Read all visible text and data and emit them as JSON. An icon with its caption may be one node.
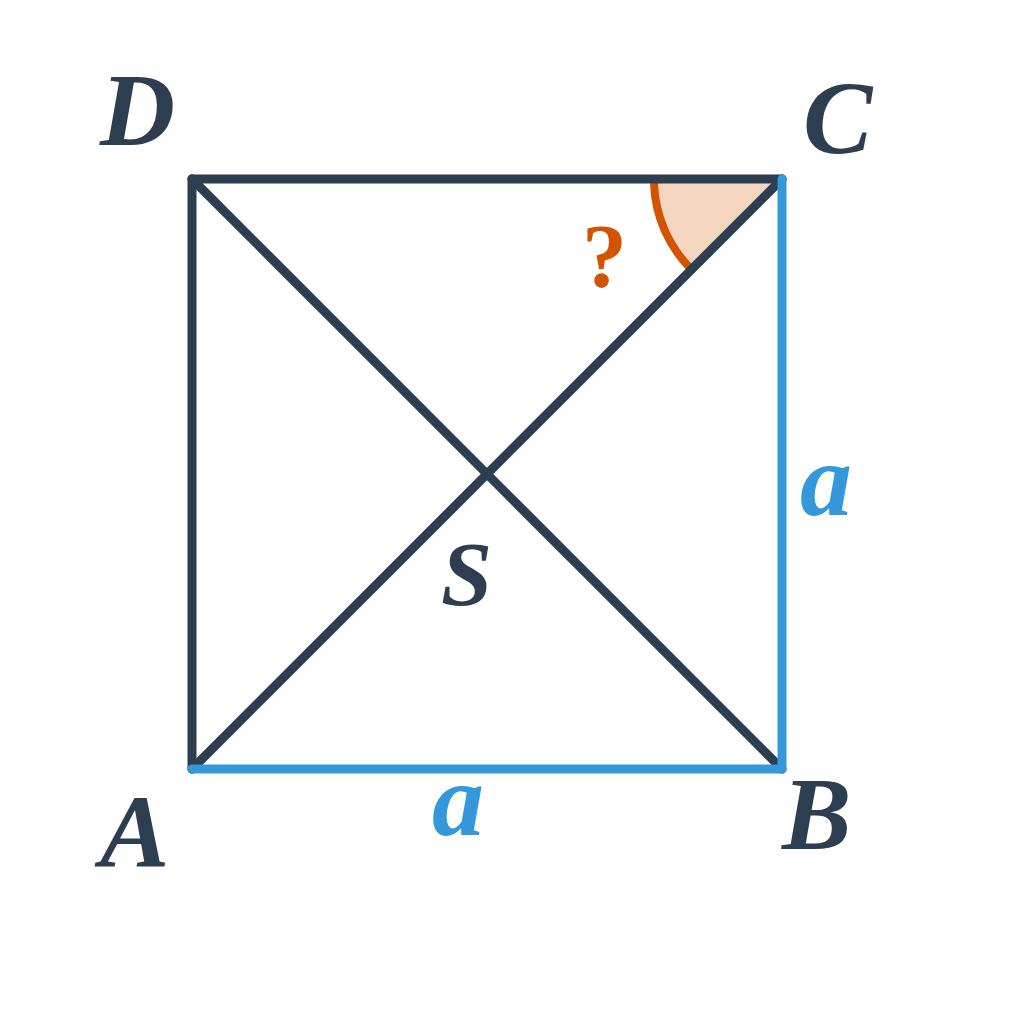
{
  "diagram": {
    "labels": [
      "D",
      "C",
      "?",
      "a",
      "S",
      "A",
      "a",
      "B"
    ]
  }
}
